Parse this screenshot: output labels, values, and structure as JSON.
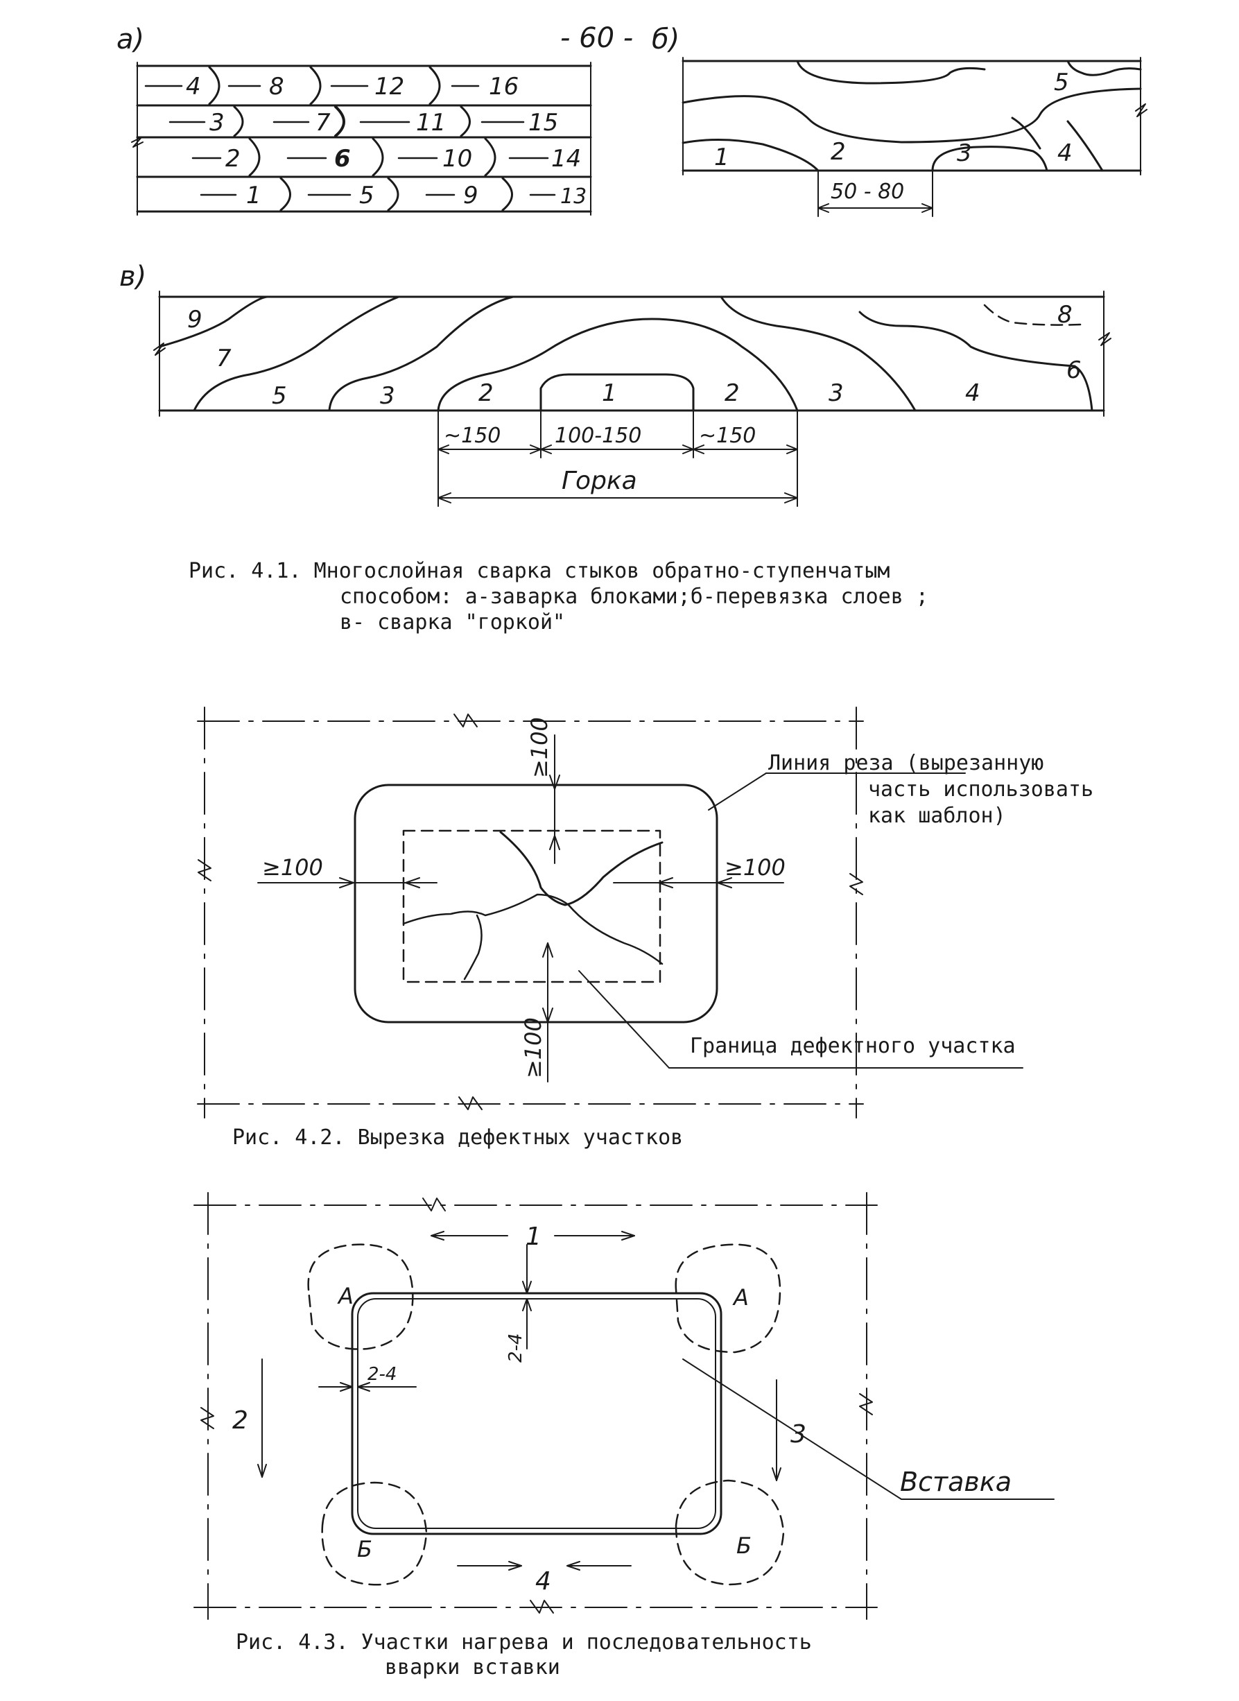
{
  "page_number": "- 60 -",
  "fig1": {
    "panel_a": "а)",
    "panel_b": "б)",
    "panel_v": "в)",
    "a_rows": [
      [
        "4",
        "8",
        "12",
        "16"
      ],
      [
        "3",
        "7",
        "11",
        "15"
      ],
      [
        "2",
        "6",
        "10",
        "14"
      ],
      [
        "1",
        "5",
        "9",
        "13"
      ]
    ],
    "b_labels": [
      "5",
      "1",
      "2",
      "3",
      "4"
    ],
    "b_dim": "50 - 80",
    "v_labels": [
      "9",
      "7",
      "5",
      "3",
      "2",
      "1",
      "2",
      "3",
      "4",
      "8",
      "6"
    ],
    "v_dims": [
      "~150",
      "100-150",
      "~150"
    ],
    "v_gorka": "Горка",
    "caption_line1": "Рис. 4.1. Многослойная сварка стыков обратно-ступенчатым",
    "caption_line2": "способом: а-заварка блоками;б-перевязка слоев ;",
    "caption_line3": "в- сварка \"горкой\""
  },
  "fig2": {
    "dim_top": "≥100",
    "dim_bottom": "≥100",
    "dim_left": "≥100",
    "dim_right": "≥100",
    "cut_label_1": "Линия реза (вырезанную",
    "cut_label_2": "часть использовать",
    "cut_label_3": "как шаблон)",
    "border_label": "Граница дефектного участка",
    "caption": "Рис. 4.2. Вырезка дефектных участков"
  },
  "fig3": {
    "seq": [
      "1",
      "2",
      "3",
      "4"
    ],
    "zone_a": "А",
    "zone_b": "Б",
    "gap_vertical": "2-4",
    "gap_horizontal": "2-4",
    "insert_label": "Вставка",
    "caption_line1": "Рис. 4.3. Участки нагрева и последовательность",
    "caption_line2": "вварки вставки"
  }
}
